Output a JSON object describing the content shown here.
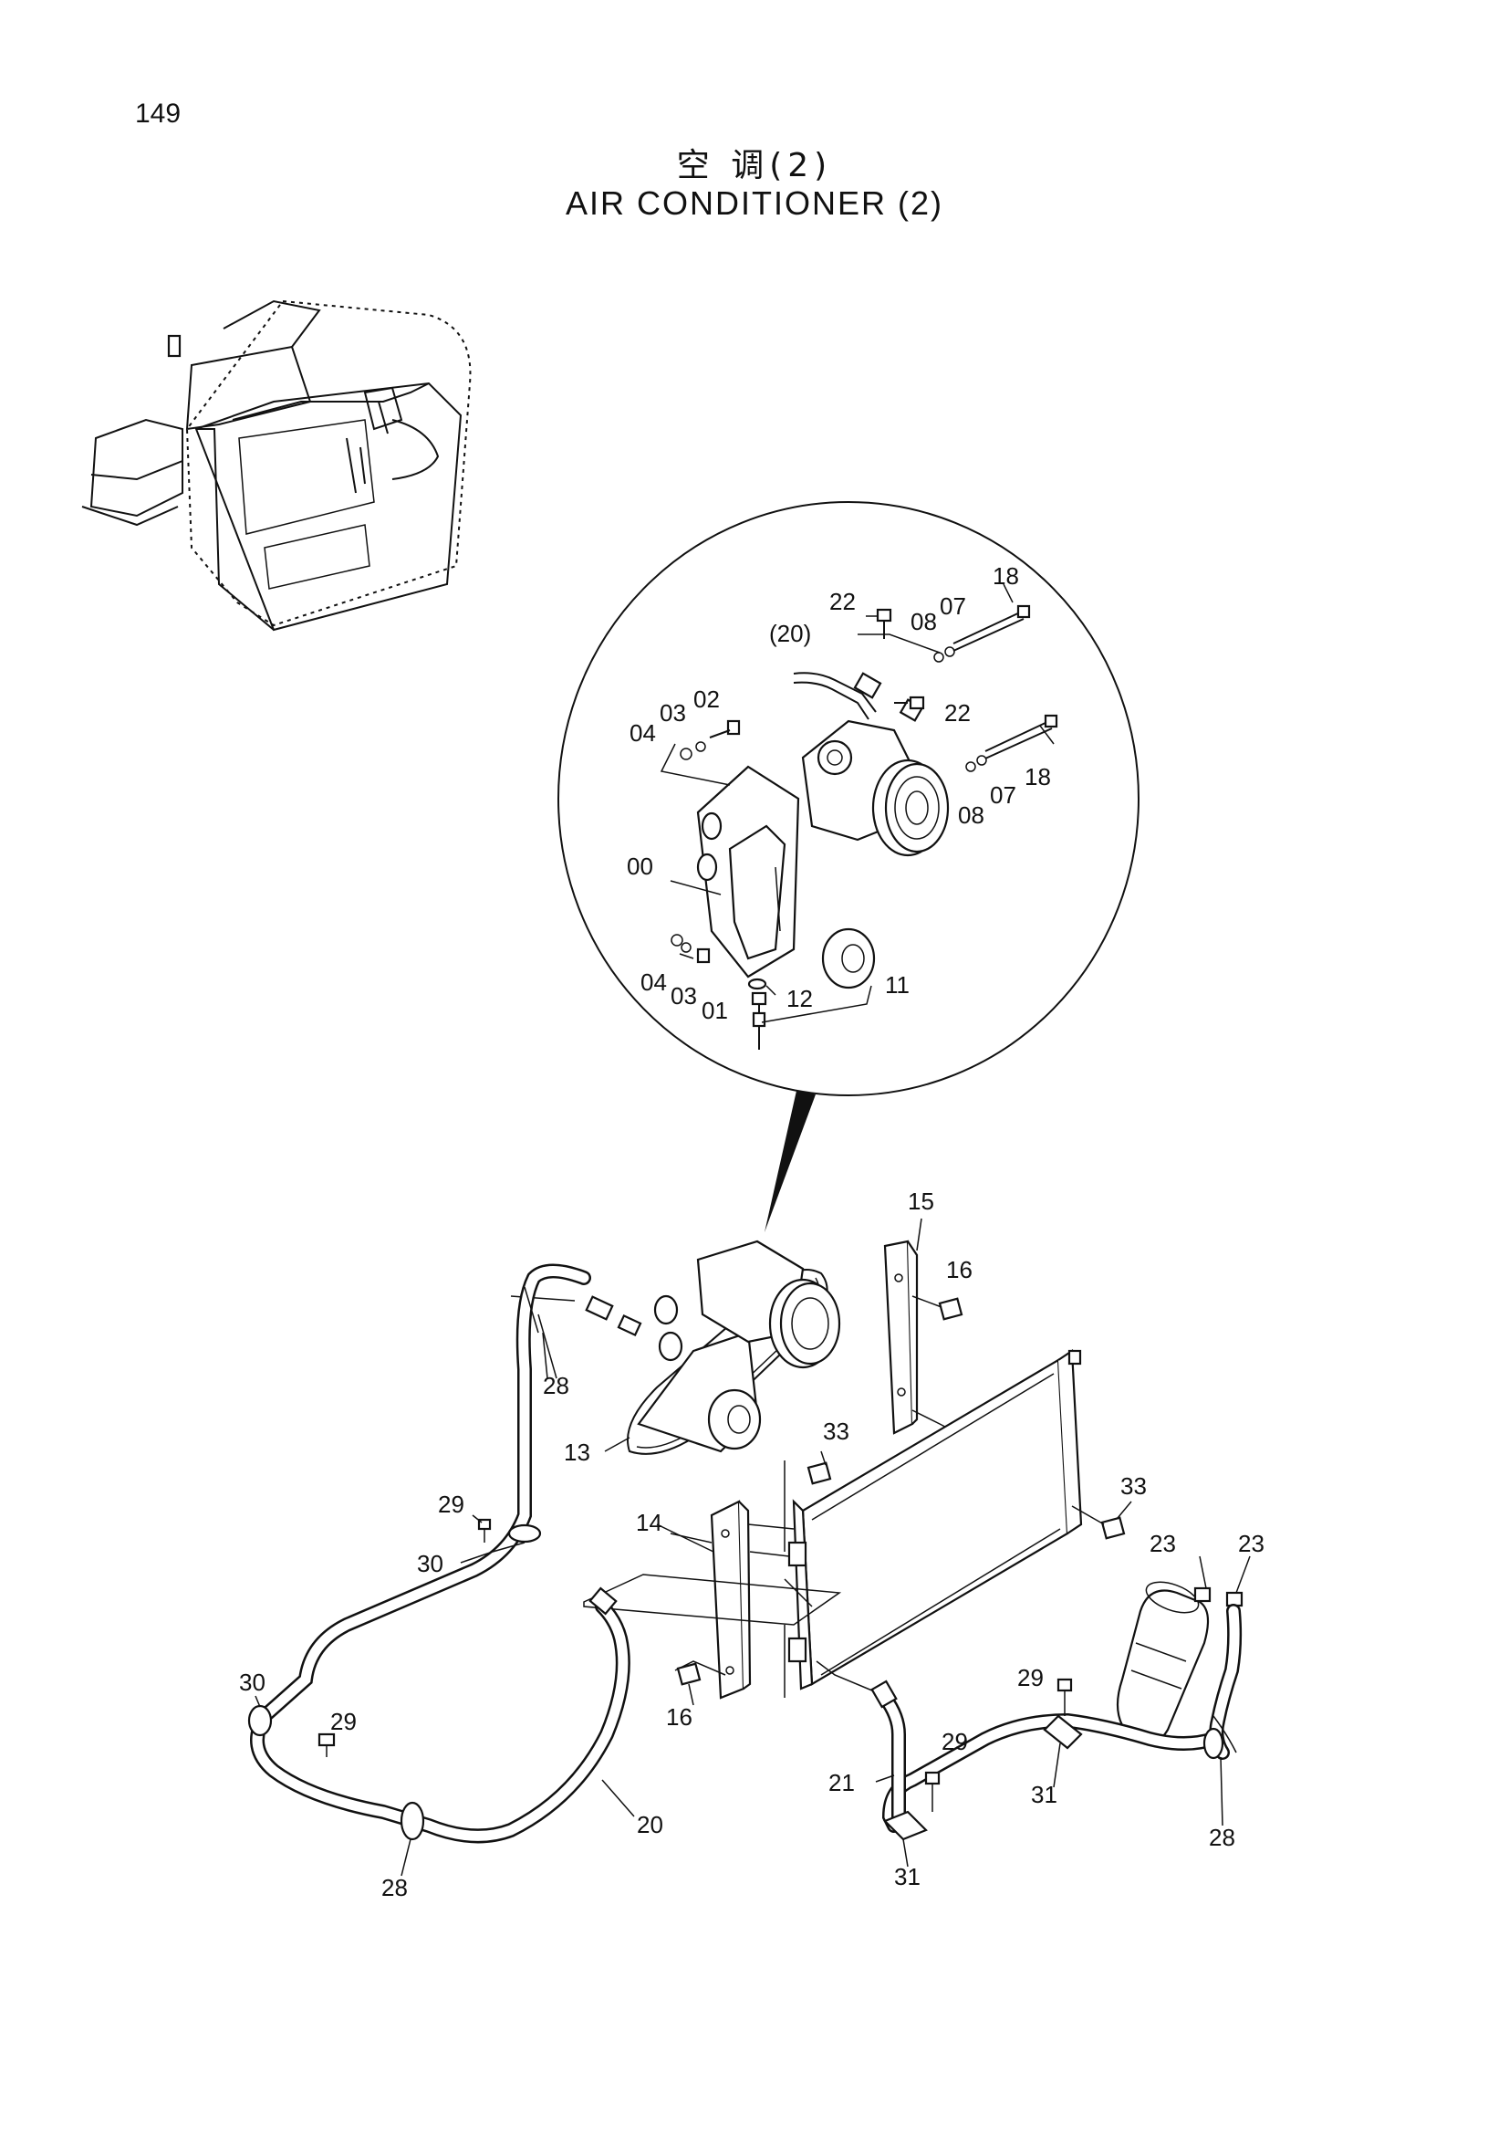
{
  "page": {
    "number": "149"
  },
  "title": {
    "chinese": "空 调(2)",
    "english": "AIR  CONDITIONER (2)"
  },
  "callouts": {
    "c18a": "18",
    "c22a": "22",
    "c08a": "08",
    "c07a": "07",
    "c20paren": "(20)",
    "c02": "02",
    "c03a": "03",
    "c04a": "04",
    "c22b": "22",
    "c18b": "18",
    "c07b": "07",
    "c08b": "08",
    "c00": "00",
    "c04b": "04",
    "c03b": "03",
    "c01": "01",
    "c12": "12",
    "c11": "11",
    "c15": "15",
    "c16a": "16",
    "c28a": "28",
    "c13": "13",
    "c33a": "33",
    "c33b": "33",
    "c29a": "29",
    "c14": "14",
    "c30a": "30",
    "c23a": "23",
    "c23b": "23",
    "c29b": "29",
    "c30b": "30",
    "c29c": "29",
    "c16b": "16",
    "c29d": "29",
    "c21": "21",
    "c31a": "31",
    "c20": "20",
    "c28b": "28",
    "c28c": "28",
    "c31b": "31"
  }
}
